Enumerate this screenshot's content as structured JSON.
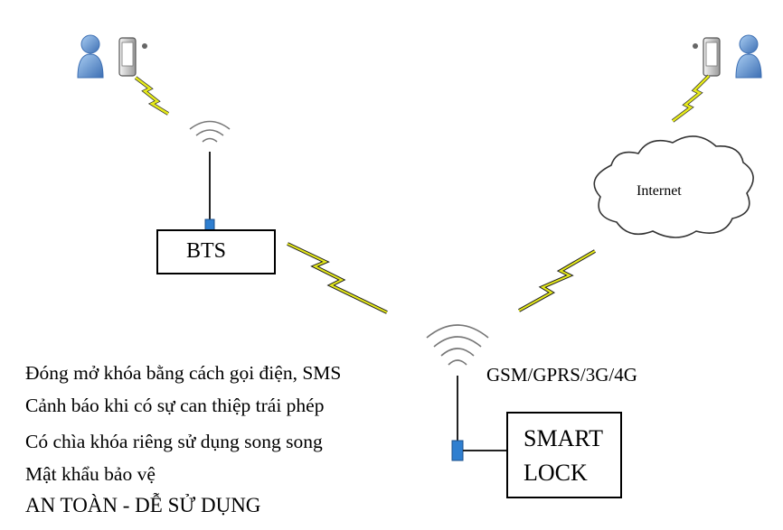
{
  "bts": {
    "label": "BTS"
  },
  "cloud": {
    "label": "Internet"
  },
  "device": {
    "line1": "SMART",
    "line2": "LOCK",
    "network_label": "GSM/GPRS/3G/4G"
  },
  "features": [
    "Đóng mở khóa bằng cách gọi điện, SMS",
    "Cảnh báo khi có sự can thiệp trái phép",
    "Có chìa khóa riêng sử dụng song song",
    "Mật khẩu bảo vệ",
    "AN TOÀN - DỄ SỬ DỤNG"
  ],
  "colors": {
    "person": "#6a9fd8",
    "person_dark": "#3d6fb3",
    "bolt": "#e6ea1a",
    "lock_body": "#2f7fd0"
  },
  "icons": [
    "user-icon",
    "phone-icon",
    "lightning-icon",
    "antenna-icon",
    "cloud-icon",
    "signal-waves-icon"
  ]
}
